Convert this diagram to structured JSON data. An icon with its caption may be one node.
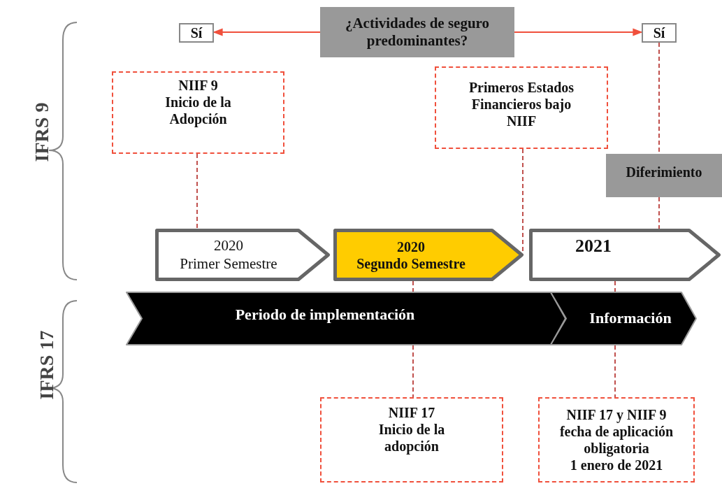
{
  "diagram": {
    "nodes": [
      {
        "text": [
          "¿Actividades de seguro predominantes?"
        ]
      },
      {
        "text": [
          "Sí"
        ]
      },
      {
        "text": [
          "Sí"
        ]
      },
      {
        "text": [
          "NIIF 9",
          "Inicio de la Adopción"
        ]
      },
      {
        "text": [
          "Primeros Estados Financieros bajo NIIF"
        ]
      },
      {
        "text": [
          "Diferimiento"
        ]
      },
      {
        "text": [
          "2020",
          "Primer Semestre"
        ]
      },
      {
        "text": [
          "2020",
          "Segundo Semestre"
        ]
      },
      {
        "text": [
          "2021"
        ]
      },
      {
        "text": [
          "Periodo de implementación"
        ]
      },
      {
        "text": [
          "Información"
        ]
      },
      {
        "text": [
          "NIIF 17",
          "Inicio de la adopción"
        ]
      },
      {
        "text": [
          "NIIF 17 y NIIF 9",
          "fecha de aplicación obligatoria",
          "1 enero de 2021"
        ]
      }
    ],
    "edges": [
      {
        "from": 0,
        "to": 1,
        "arrow": "to",
        "color": "#f0503c"
      },
      {
        "from": 0,
        "to": 2,
        "arrow": "to",
        "color": "#f0503c"
      },
      {
        "from": 3,
        "to": 6,
        "arrow": "none",
        "style": "dashed"
      },
      {
        "from": 4,
        "to": 7,
        "arrow": "none",
        "style": "dashed"
      },
      {
        "from": 2,
        "to": 5,
        "arrow": "none",
        "style": "dashed"
      },
      {
        "from": 5,
        "to": 8,
        "arrow": "none",
        "style": "dashed"
      },
      {
        "from": 7,
        "to": 9,
        "arrow": "none",
        "style": "dashed"
      },
      {
        "from": 9,
        "to": 11,
        "arrow": "none",
        "style": "dashed"
      },
      {
        "from": 8,
        "to": 10,
        "arrow": "none",
        "style": "dashed"
      },
      {
        "from": 10,
        "to": 12,
        "arrow": "none",
        "style": "dashed"
      }
    ],
    "labels": [
      "IFRS 9",
      "IFRS 17"
    ]
  }
}
